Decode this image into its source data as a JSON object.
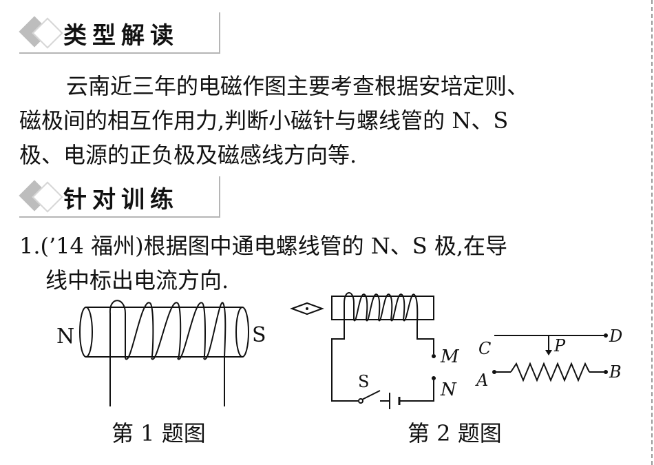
{
  "section1": {
    "title": "类型解读"
  },
  "intro": {
    "line1": "云南近三年的电磁作图主要考查根据安培定则、",
    "line2": "磁极间的相互作用力,判断小磁针与螺线管的 N、S",
    "line3": "极、电源的正负极及磁感线方向等."
  },
  "section2": {
    "title": "针对训练"
  },
  "question1": {
    "line1": "1.(’14 福州)根据图中通电螺线管的 N、S 极,在导",
    "line2": "线中标出电流方向."
  },
  "figure1": {
    "label_left": "N",
    "label_right": "S",
    "caption": "第 1 题图"
  },
  "figure2": {
    "label_m": "M",
    "label_n": "N",
    "label_switch": "S",
    "caption": "第 2 题图"
  },
  "figure3": {
    "label_c": "C",
    "label_d": "D",
    "label_p": "P",
    "label_a": "A",
    "label_b": "B"
  }
}
